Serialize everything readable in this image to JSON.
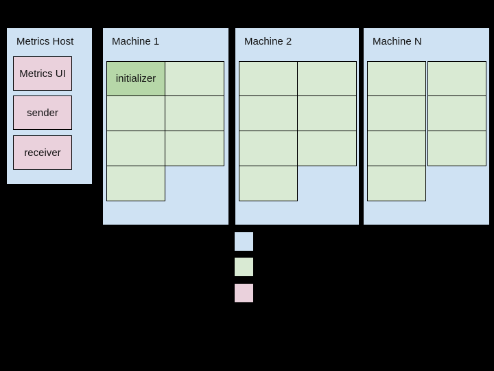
{
  "colors": {
    "background": "#000000",
    "machine_fill": "#cfe2f3",
    "process_fill": "#d9ead3",
    "initializer_fill": "#b6d7a8",
    "metrics_component_fill": "#ead1dc",
    "border": "#000000"
  },
  "metrics_host": {
    "title": "Metrics Host",
    "components": [
      {
        "label": "Metrics UI"
      },
      {
        "label": "sender"
      },
      {
        "label": "receiver"
      }
    ]
  },
  "machines": [
    {
      "title": "Machine 1",
      "cells": [
        {
          "label": "initializer",
          "highlighted": true
        },
        {
          "label": ""
        },
        {
          "label": ""
        },
        {
          "label": ""
        },
        {
          "label": ""
        },
        {
          "label": ""
        },
        {
          "label": ""
        }
      ]
    },
    {
      "title": "Machine 2",
      "cells": [
        {
          "label": ""
        },
        {
          "label": ""
        },
        {
          "label": ""
        },
        {
          "label": ""
        },
        {
          "label": ""
        },
        {
          "label": ""
        },
        {
          "label": ""
        }
      ]
    },
    {
      "title": "Machine N",
      "cells": [
        {
          "label": ""
        },
        {
          "label": ""
        },
        {
          "label": ""
        },
        {
          "label": ""
        },
        {
          "label": ""
        },
        {
          "label": ""
        },
        {
          "label": ""
        }
      ]
    }
  ],
  "legend": {
    "swatches": [
      {
        "color": "#cfe2f3"
      },
      {
        "color": "#d9ead3"
      },
      {
        "color": "#ead1dc"
      }
    ]
  }
}
